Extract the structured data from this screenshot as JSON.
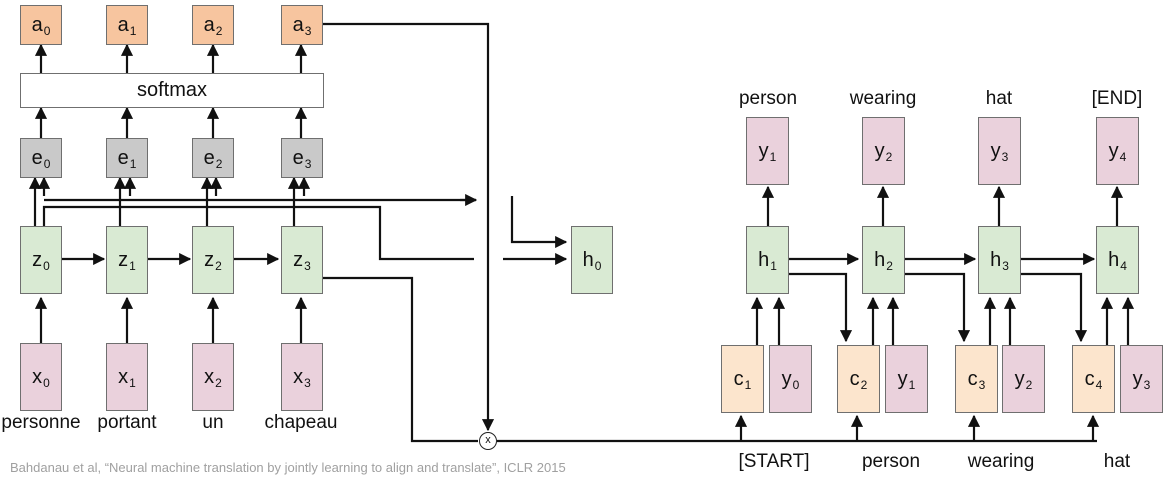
{
  "attention_weights": [
    {
      "base": "a",
      "sub": "0"
    },
    {
      "base": "a",
      "sub": "1"
    },
    {
      "base": "a",
      "sub": "2"
    },
    {
      "base": "a",
      "sub": "3"
    }
  ],
  "softmax_label": "softmax",
  "scores": [
    {
      "base": "e",
      "sub": "0"
    },
    {
      "base": "e",
      "sub": "1"
    },
    {
      "base": "e",
      "sub": "2"
    },
    {
      "base": "e",
      "sub": "3"
    }
  ],
  "encoder_states": [
    {
      "base": "z",
      "sub": "0"
    },
    {
      "base": "z",
      "sub": "1"
    },
    {
      "base": "z",
      "sub": "2"
    },
    {
      "base": "z",
      "sub": "3"
    }
  ],
  "inputs": [
    {
      "base": "x",
      "sub": "0"
    },
    {
      "base": "x",
      "sub": "1"
    },
    {
      "base": "x",
      "sub": "2"
    },
    {
      "base": "x",
      "sub": "3"
    }
  ],
  "source_words": [
    "personne",
    "portant",
    "un",
    "chapeau"
  ],
  "initial_decoder_state": {
    "base": "h",
    "sub": "0"
  },
  "decoder_states": [
    {
      "base": "h",
      "sub": "1"
    },
    {
      "base": "h",
      "sub": "2"
    },
    {
      "base": "h",
      "sub": "3"
    },
    {
      "base": "h",
      "sub": "4"
    }
  ],
  "outputs": [
    {
      "base": "y",
      "sub": "1"
    },
    {
      "base": "y",
      "sub": "2"
    },
    {
      "base": "y",
      "sub": "3"
    },
    {
      "base": "y",
      "sub": "4"
    }
  ],
  "output_words": [
    "person",
    "wearing",
    "hat",
    "[END]"
  ],
  "contexts": [
    {
      "base": "c",
      "sub": "1"
    },
    {
      "base": "c",
      "sub": "2"
    },
    {
      "base": "c",
      "sub": "3"
    },
    {
      "base": "c",
      "sub": "4"
    }
  ],
  "prev_outputs": [
    {
      "base": "y",
      "sub": "0"
    },
    {
      "base": "y",
      "sub": "1"
    },
    {
      "base": "y",
      "sub": "2"
    },
    {
      "base": "y",
      "sub": "3"
    }
  ],
  "decoder_input_words": [
    "[START]",
    "person",
    "wearing",
    "hat"
  ],
  "multiply_symbol": "x",
  "citation": "Bahdanau et al, “Neural machine translation by jointly learning to align and translate”, ICLR 2015"
}
